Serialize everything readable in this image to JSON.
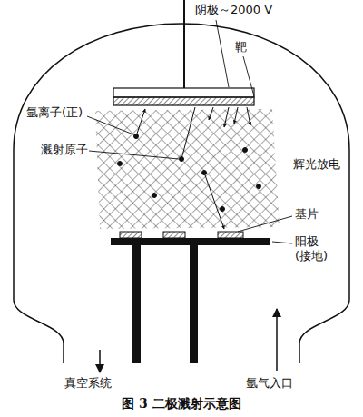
{
  "diagram": {
    "caption": "图 3 二极溅射示意图",
    "labels": [
      "阴极～2000 V",
      "靶",
      "氩离子(正)",
      "溅射原子",
      "辉光放电",
      "基片",
      "阳极 (接地)",
      "真空系统",
      "氩气入口"
    ]
  }
}
